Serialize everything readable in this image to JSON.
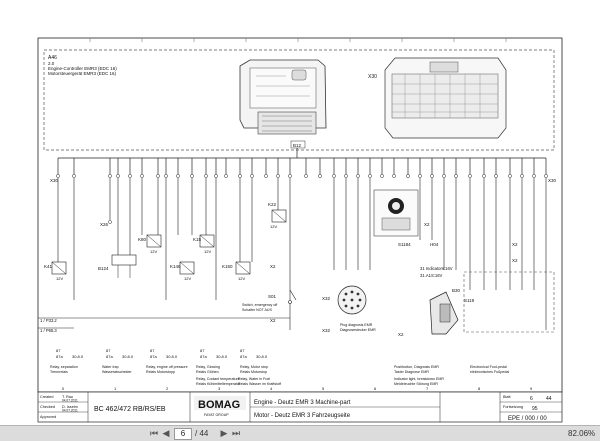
{
  "doc": {
    "top_block": {
      "tag": "A46",
      "sub": "2.0",
      "line1": "Engine-Controller EMR3 (EDC 16)",
      "line2": "Motorsteuergerät EMR3 (EDC 16)"
    },
    "connector_x30": "X30",
    "plug_label": "B12",
    "terminals": {
      "left": "X30",
      "right": "X30"
    },
    "components": {
      "k41": "K41",
      "k41_sub": "12V",
      "x26": "X26",
      "b124": "B124",
      "k80": "K80",
      "k80_sub": "12V",
      "k146": "K146",
      "k146_sub": "12V",
      "k15": "K15",
      "k15_sub": "12V",
      "k150": "K150",
      "k150_sub": "12V",
      "k22": "K22",
      "k22_sub": "12V",
      "x2_a": "X2",
      "x2_b": "X2",
      "s01": "S01",
      "s01_desc1": "Switch, emergency off",
      "s01_desc2": "Schalter NOT AUS",
      "x32": "X32",
      "x32_sub": "X32",
      "plug_diag1": "Plug diagnosis EMR",
      "plug_diag2": "Diagnosestecker EMR",
      "s1184": "S1184",
      "h04": "H04",
      "x2_c": "X2",
      "x2_d": "X2",
      "x2_e": "X2",
      "x2_f": "X2",
      "s119": "S119",
      "b30": "B30",
      "ind1": "31 Indicators:16V",
      "ind2": "31.A1S:16V"
    },
    "refs_left": [
      "1 / P33.2",
      "1 / P65.3"
    ],
    "bottom_refs": [
      "87",
      "87a",
      "87",
      "87a",
      "87",
      "87a",
      "87",
      "87a",
      "87",
      "87a"
    ],
    "bottom_ref_codes": [
      "30.8.0",
      "30.8.0",
      "30.8.0",
      "30.8.0",
      "30.8.0"
    ],
    "captions": [
      {
        "en": "Relay, separation",
        "de": "Trennrelais"
      },
      {
        "en": "Water trap",
        "de": "Wasserabscheider"
      },
      {
        "en": "Relay, engine off pressure",
        "de": "Relais Motorstopp"
      },
      {
        "en": "Relay, Glowing",
        "de": "Relais Glühen"
      },
      {
        "en": "Relay, Motor stop",
        "de": "Relais Motorstop"
      },
      {
        "en": "Relay, Coolant temperature",
        "de": "Relais Kühlmitteltemperatur"
      },
      {
        "en": "Relay, Water in Fuel",
        "de": "Relais Wasser im Kraftstoff"
      },
      {
        "en": "Pushbutton, Diagnosis EMR",
        "de": "Taster Diagnose EMR"
      },
      {
        "en": "Indicator light, breakdown EMR",
        "de": "Meldeleuchte Störung EMR"
      },
      {
        "en": "Electronical Foot-pedal",
        "de": "elektronisches Fußpedal"
      }
    ],
    "title_block": {
      "created_label": "Created",
      "created_by": "T. Rau",
      "created_date": "04.07.2011",
      "checked_label": "Checked",
      "checked_by": "D. Isselm",
      "checked_date": "04.07.2011",
      "approved_label": "Approved",
      "model": "BC 462/472 RB/RS/EB",
      "brand": "BOMAG",
      "brand_sub": "FAYAT GROUP",
      "title_en": "Engine - Deutz EMR 3 Machine-part",
      "title_de": "Motor - Deutz EMR 3 Fahrzeugseite",
      "sheet_label": "Blatt",
      "sheet_no": "6",
      "sheet_of": "44",
      "cont_label": "Fortsetzung",
      "cont_no": "95",
      "doc_code": "EPE / 000 / 00"
    },
    "column_numbers": [
      "0",
      "1",
      "2",
      "3",
      "4",
      "5",
      "6",
      "7",
      "8",
      "9"
    ]
  },
  "viewer": {
    "current_page": "6",
    "total_pages": "/ 44",
    "zoom": "82.06%",
    "icons": {
      "first": "⏮",
      "prev": "◀",
      "next": "▶",
      "last": "⏭"
    }
  }
}
